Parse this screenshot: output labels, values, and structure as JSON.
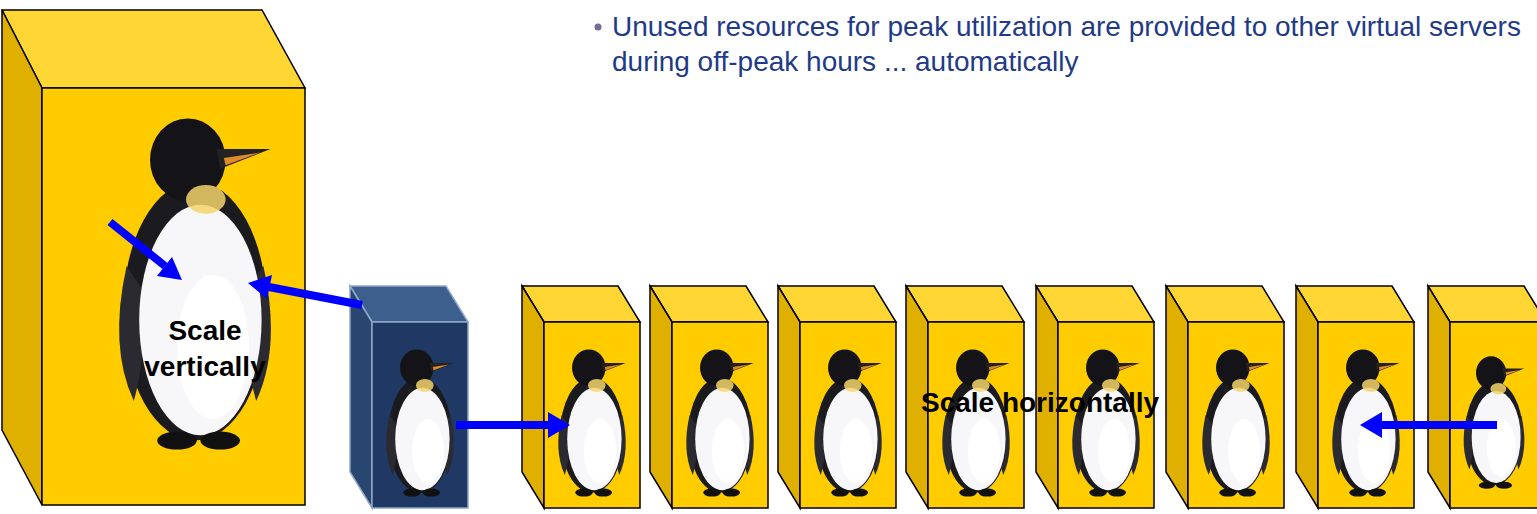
{
  "diagram": {
    "nodes": [
      {
        "text": [
          "Scale vertically"
        ]
      }
    ],
    "labels": [
      "Unused resources for peak utilization are provided to other virtual servers during off-peak hours ... automatically",
      "Scale horizontally"
    ]
  }
}
